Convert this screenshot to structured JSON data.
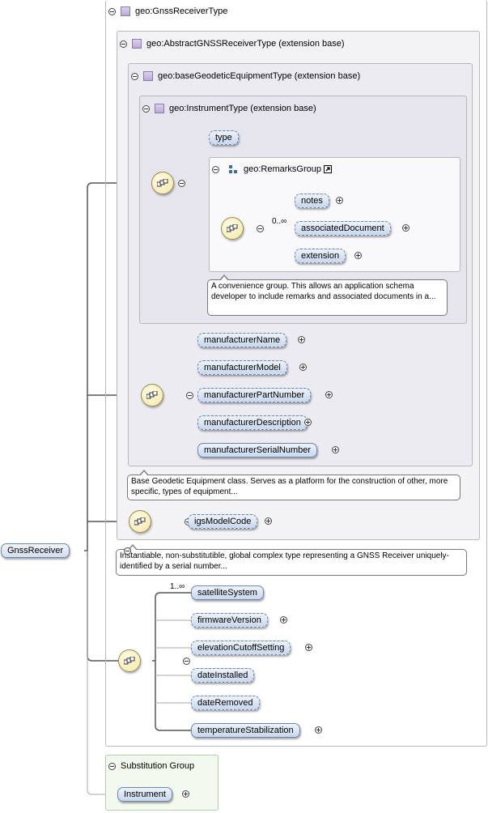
{
  "nested_types": [
    "geo:GnssReceiverType",
    "geo:AbstractGNSSReceiverType (extension base)",
    "geo:baseGeodeticEquipmentType (extension base)",
    "geo:InstrumentType (extension base)"
  ],
  "root_element": "GnssReceiver",
  "remarks_group": {
    "title": "geo:RemarksGroup",
    "cardinality": "0..∞",
    "elements": [
      "notes",
      "associatedDocument",
      "extension"
    ],
    "doc": "A convenience group. This allows an application schema developer to include remarks and associated documents in a..."
  },
  "instrument_elements": [
    "type"
  ],
  "base_equipment_elements": [
    "manufacturerName",
    "manufacturerModel",
    "manufacturerPartNumber",
    "manufacturerDescription",
    "manufacturerSerialNumber"
  ],
  "base_equipment_doc": "Base Geodetic Equipment class. Serves as a platform for the construction of other, more specific, types of equipment...",
  "abstract_receiver_elements": [
    "igsModelCode"
  ],
  "receiver_doc": "Instantiable, non-substitutible, global complex type representing a GNSS Receiver uniquely-identified by a serial number...",
  "receiver_elements_cardinality": "1..∞",
  "receiver_elements": [
    "satelliteSystem",
    "firmwareVersion",
    "elevationCutoffSetting",
    "dateInstalled",
    "dateRemoved",
    "temperatureStabilization"
  ],
  "substitution_group": {
    "title": "Substitution Group",
    "element": "Instrument"
  }
}
